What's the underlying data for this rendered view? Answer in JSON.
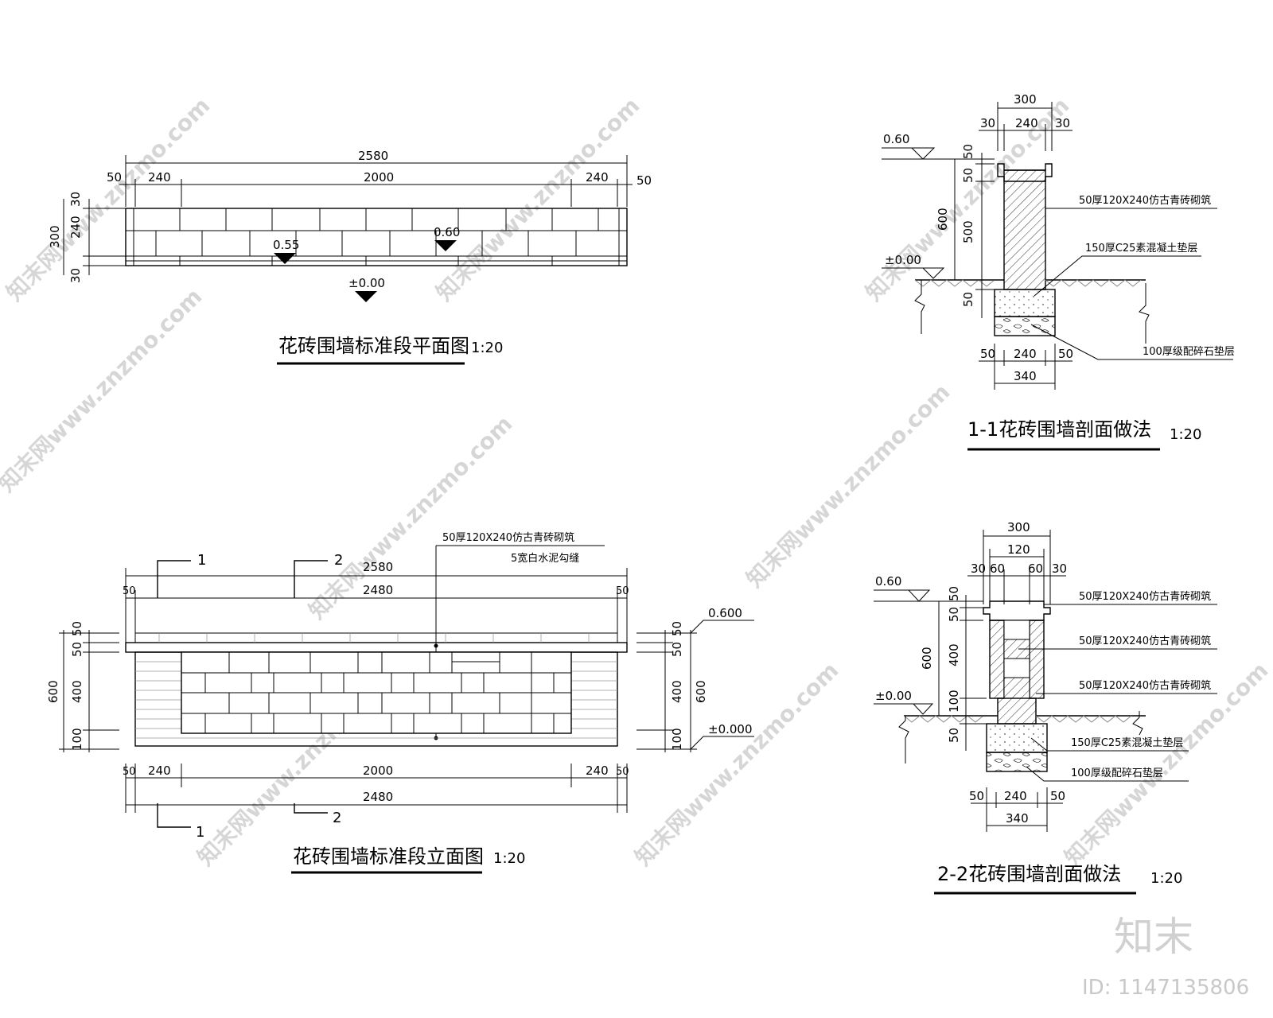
{
  "plan": {
    "dim_total": "2580",
    "dim_inner": "2000",
    "dim_240": "240",
    "dim_50": "50",
    "dim_300": "300",
    "dim_30": "30",
    "elev_a": "0.55",
    "elev_b": "0.60",
    "elev_ground": "±0.00",
    "title": "花砖围墙标准段平面图",
    "scale": "1:20"
  },
  "elevation": {
    "dim_total": "2580",
    "dim_2480": "2480",
    "dim_2000": "2000",
    "dim_240": "240",
    "dim_50": "50",
    "dim_600": "600",
    "dim_400": "400",
    "dim_100": "100",
    "note_brick": "50厚120X240仿古青砖砌筑",
    "note_joint": "5宽白水泥勾缝",
    "elev_top": "0.600",
    "elev_ground": "±0.000",
    "sec1": "1",
    "sec2": "2",
    "title": "花砖围墙标准段立面图",
    "scale": "1:20"
  },
  "section1": {
    "dim_300": "300",
    "dim_240": "240",
    "dim_30": "30",
    "dim_50": "50",
    "dim_500": "500",
    "dim_600": "600",
    "dim_340": "340",
    "elev_top": "0.60",
    "elev_ground": "±0.00",
    "note_brick": "50厚120X240仿古青砖砌筑",
    "note_concrete": "150厚C25素混凝土垫层",
    "note_gravel": "100厚级配碎石垫层",
    "title": "1-1花砖围墙剖面做法",
    "scale": "1:20"
  },
  "section2": {
    "dim_300": "300",
    "dim_120": "120",
    "dim_60": "60",
    "dim_30": "30",
    "dim_50": "50",
    "dim_400": "400",
    "dim_100": "100",
    "dim_600": "600",
    "dim_240": "240",
    "dim_340": "340",
    "elev_top": "0.60",
    "elev_ground": "±0.00",
    "note_brick": "50厚120X240仿古青砖砌筑",
    "note_concrete": "150厚C25素混凝土垫层",
    "note_gravel": "100厚级配碎石垫层",
    "title": "2-2花砖围墙剖面做法",
    "scale": "1:20"
  },
  "watermark": {
    "text": "知末网www.znzmo.com",
    "logo": "知末",
    "id": "ID: 1147135806"
  }
}
